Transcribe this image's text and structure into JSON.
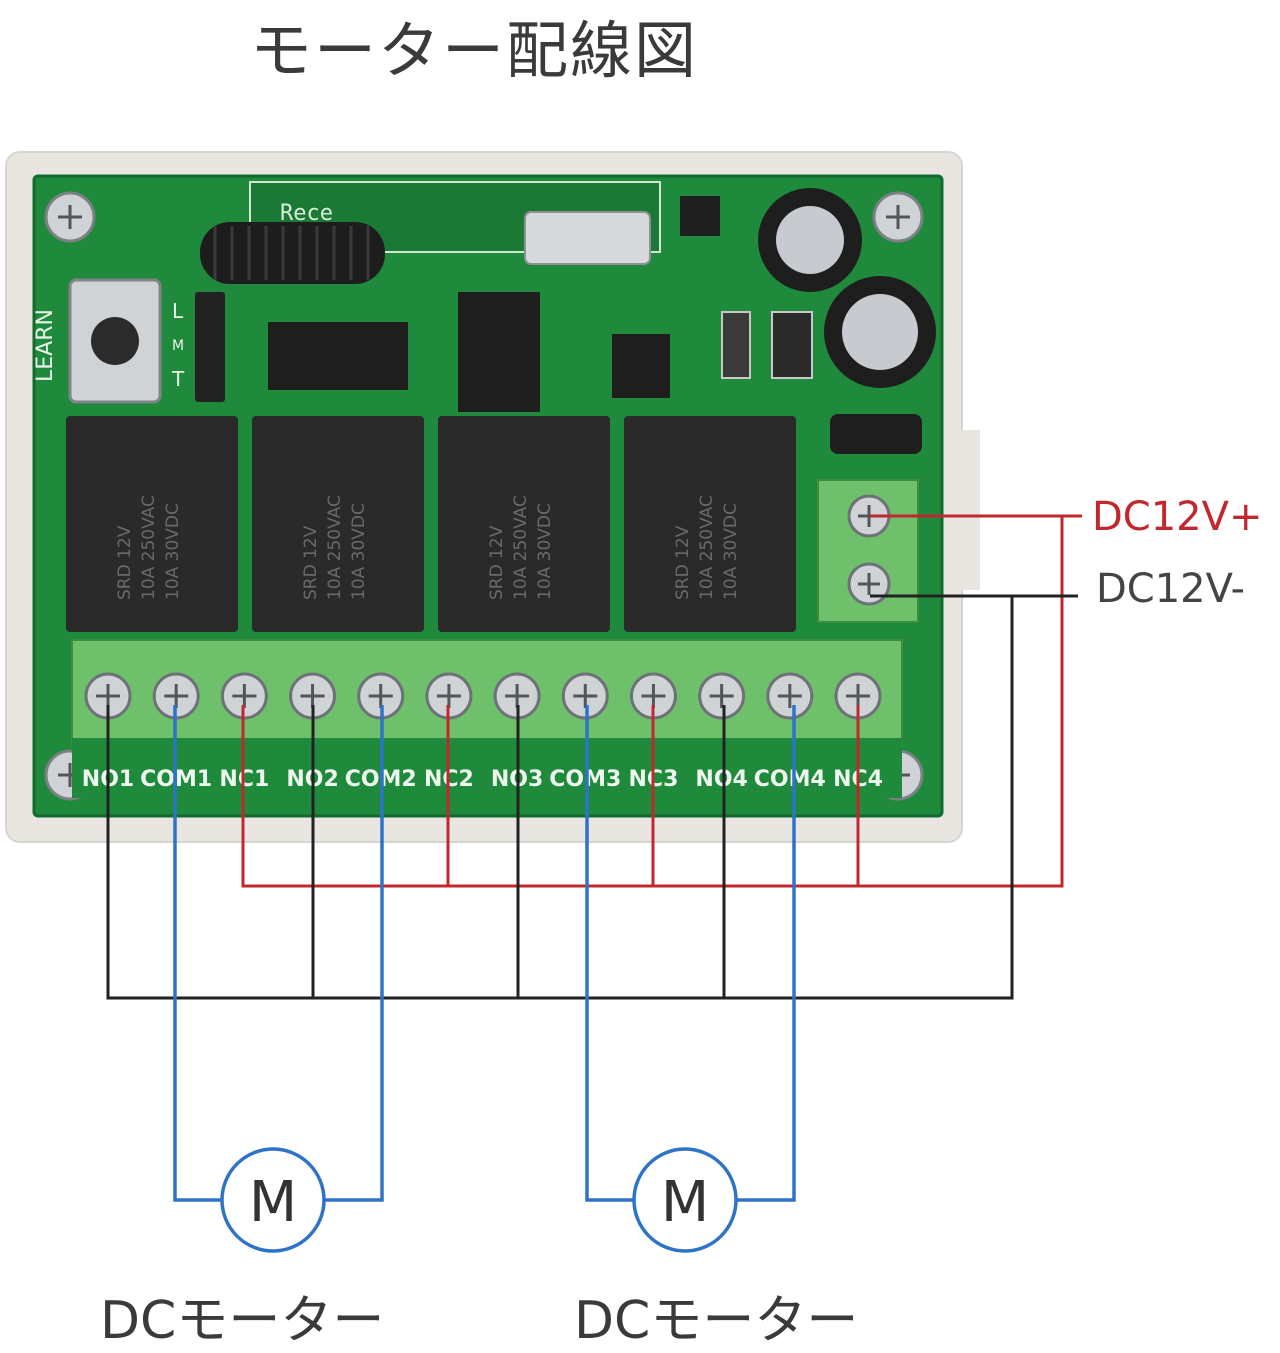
{
  "title": "モーター配線図",
  "board": {
    "button_label": "LEARN",
    "module_label": "Rece",
    "jumper_labels": [
      "L",
      "M",
      "T"
    ],
    "relay_marking": [
      "SRD 12V",
      "10A 250VAC",
      "10A 30VDC"
    ]
  },
  "terminals": [
    "NO1",
    "COM1",
    "NC1",
    "NO2",
    "COM2",
    "NC2",
    "NO3",
    "COM3",
    "NC3",
    "NO4",
    "COM4",
    "NC4"
  ],
  "power": {
    "positive_label": "DC12V+",
    "negative_label": "DC12V-",
    "positive_color": "#c0282d",
    "negative_color": "#222222"
  },
  "motors": {
    "symbol": "M",
    "caption": "DCモーター",
    "wire_color": "#2f73c9"
  },
  "colors": {
    "pcb": "#1f8a3c",
    "terminal_block": "#6fc06a",
    "relay": "#2a2a2a"
  }
}
